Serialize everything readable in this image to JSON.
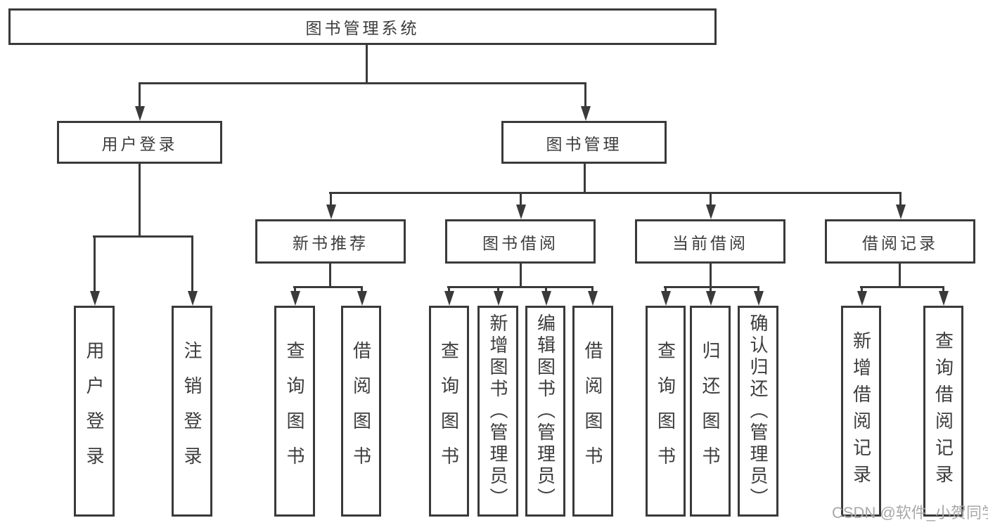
{
  "diagram": {
    "root": {
      "label": "图书管理系统"
    },
    "level2": [
      {
        "label": "用户登录"
      },
      {
        "label": "图书管理"
      }
    ],
    "level3": [
      {
        "label": "新书推荐"
      },
      {
        "label": "图书借阅"
      },
      {
        "label": "当前借阅"
      },
      {
        "label": "借阅记录"
      }
    ],
    "leaves": {
      "user": [
        "用户登录",
        "注销登录"
      ],
      "recommend": [
        "查询图书",
        "借阅图书"
      ],
      "borrow": [
        "查询图书",
        "新增图书（管理员）",
        "编辑图书（管理员）",
        "借阅图书"
      ],
      "current": [
        "查询图书",
        "归还图书",
        "确认归还（管理员）"
      ],
      "records": [
        "新增借阅记录",
        "查询借阅记录"
      ]
    }
  },
  "watermark": {
    "text": "CSDN @软件_小贺同学"
  },
  "colors": {
    "line": "#3a3a3a",
    "text": "#3d3d3d",
    "watermark": "#a8a8a8",
    "background": "#ffffff"
  }
}
